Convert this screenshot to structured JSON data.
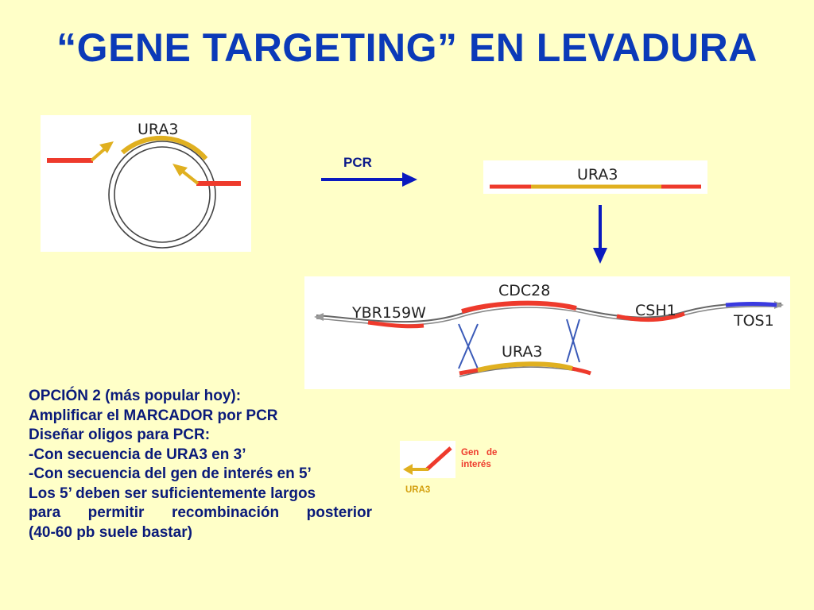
{
  "title": "“GENE TARGETING” EN LEVADURA",
  "plasmid": {
    "label": "URA3"
  },
  "pcr": {
    "label": "PCR"
  },
  "product": {
    "label": "URA3"
  },
  "chromosome": {
    "genes": [
      "YBR159W",
      "CDC28",
      "CSH1",
      "TOS1"
    ],
    "insert_label": "URA3"
  },
  "text": {
    "lines": [
      "OPCIÓN 2 (más popular hoy):",
      "Amplificar el MARCADOR por PCR",
      "Diseñar oligos para PCR:",
      "-Con secuencia de URA3 en 3’",
      "-Con secuencia del gen de interés en 5’",
      "Los 5’ deben ser suficientemente largos"
    ],
    "justified_line_words": [
      "para",
      "permitir",
      "recombinación",
      "posterior"
    ],
    "last_line": "(40-60 pb suele bastar)"
  },
  "legend": {
    "gene_label_1": "Gen   de",
    "gene_label_2": "interés",
    "ura3_label": "URA3"
  },
  "colors": {
    "title": "#0b3ab8",
    "text": "#0a1a7a",
    "red": "#ee3a2c",
    "gold": "#e0b020",
    "arrow_blue": "#0a1abf",
    "tos1_blue": "#3a3ae0",
    "background": "#ffffc8"
  }
}
